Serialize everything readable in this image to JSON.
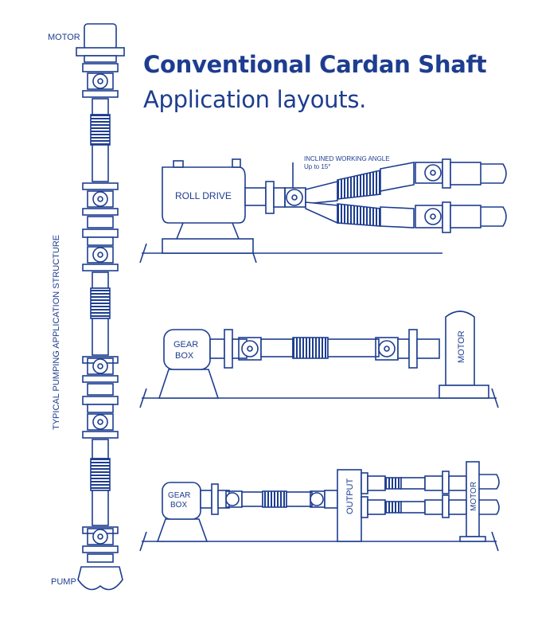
{
  "header": {
    "title": "Conventional Cardan Shaft",
    "subtitle": "Application layouts."
  },
  "pumping": {
    "motor_label": "MOTOR",
    "pump_label": "PUMP",
    "side_caption": "TYPICAL PUMPING APPLICATION STRUCTURE"
  },
  "layout1": {
    "drive_label": "ROLL DRIVE",
    "angle_label": "INCLINED WORKING ANGLE",
    "angle_value": "Up to 15°"
  },
  "layout2": {
    "gearbox_line1": "GEAR",
    "gearbox_line2": "BOX",
    "motor_label": "MOTOR"
  },
  "layout3": {
    "gearbox_line1": "GEAR",
    "gearbox_line2": "BOX",
    "output_label": "OUTPUT",
    "motor_label": "MOTOR"
  },
  "colors": {
    "line": "#1d3d8f",
    "title": "#1d3d8f",
    "text": "#1d3d8f"
  }
}
